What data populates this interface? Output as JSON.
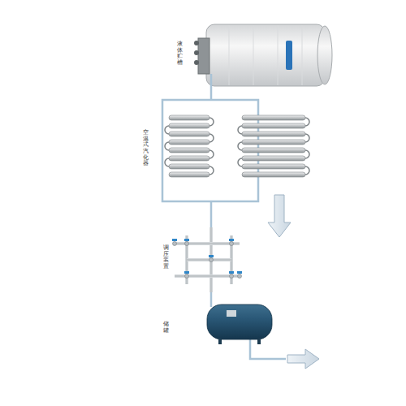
{
  "diagram": {
    "nodes": [
      {
        "text": [
          "液体贮槽"
        ]
      },
      {
        "text": [
          "空温式汽化器"
        ]
      },
      {
        "text": [
          "调压装置"
        ]
      },
      {
        "text": [
          "储罐"
        ]
      }
    ],
    "edges": [
      {
        "from": 0,
        "to": 1,
        "arrow": "none"
      },
      {
        "from": 1,
        "to": 2,
        "arrow": "none"
      },
      {
        "from": 2,
        "to": 3,
        "arrow": "none"
      }
    ]
  }
}
